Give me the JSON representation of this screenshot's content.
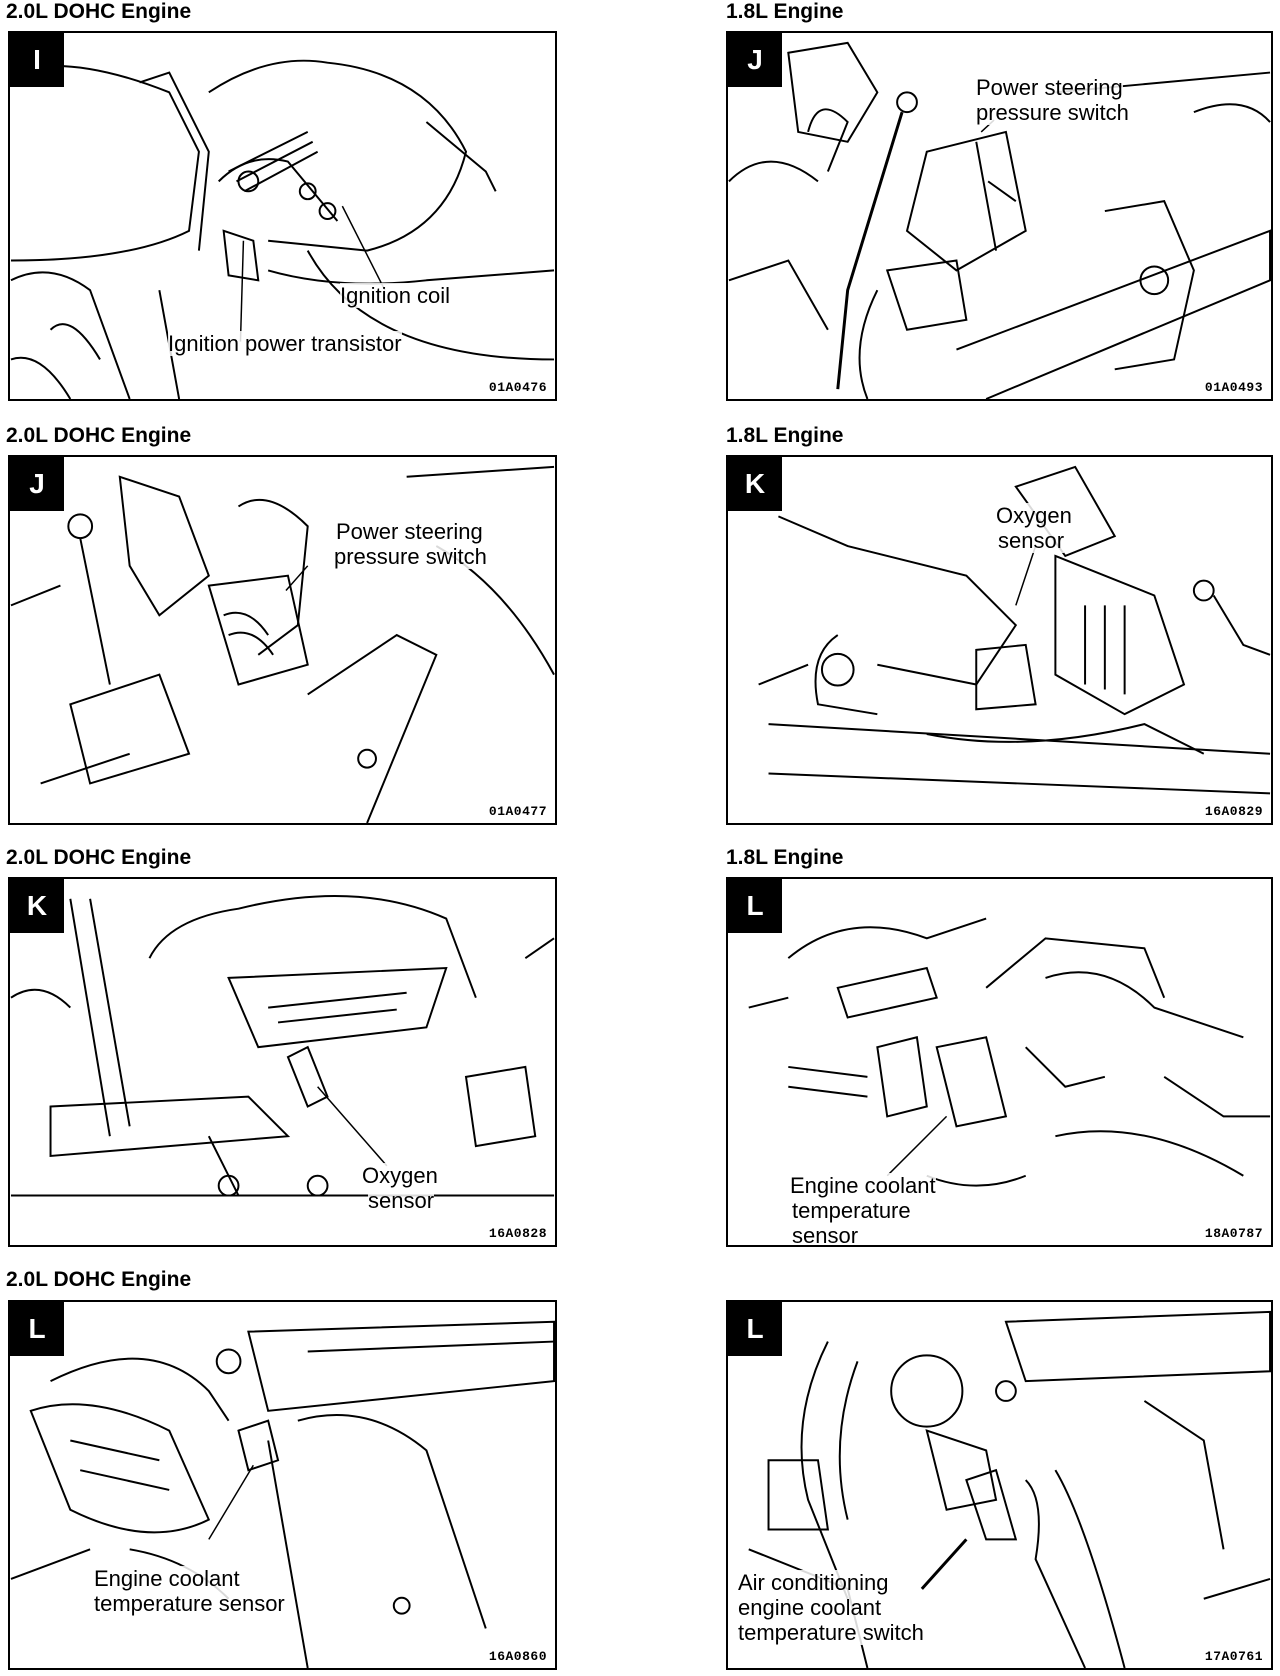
{
  "panels": [
    {
      "heading": "2.0L DOHC Engine",
      "tag": "I",
      "callouts": [
        "Ignition coil",
        "Ignition power transistor"
      ],
      "code": "01A0476"
    },
    {
      "heading": "1.8L Engine",
      "tag": "J",
      "callouts": [
        "Power steering",
        "pressure switch"
      ],
      "code": "01A0493"
    },
    {
      "heading": "2.0L DOHC Engine",
      "tag": "J",
      "callouts": [
        "Power steering",
        "pressure switch"
      ],
      "code": "01A0477"
    },
    {
      "heading": "1.8L Engine",
      "tag": "K",
      "callouts": [
        "Oxygen",
        "sensor"
      ],
      "code": "16A0829"
    },
    {
      "heading": "2.0L DOHC Engine",
      "tag": "K",
      "callouts": [
        "Oxygen",
        "sensor"
      ],
      "code": "16A0828"
    },
    {
      "heading": "1.8L Engine",
      "tag": "L",
      "callouts": [
        "Engine coolant",
        "temperature",
        "sensor"
      ],
      "code": "18A0787"
    },
    {
      "heading": "2.0L DOHC Engine",
      "tag": "L",
      "callouts": [
        "Engine coolant",
        "temperature sensor"
      ],
      "code": "16A0860"
    },
    {
      "heading": "",
      "tag": "L",
      "callouts": [
        "Air conditioning",
        "engine coolant",
        "temperature switch"
      ],
      "code": "17A0761"
    }
  ]
}
